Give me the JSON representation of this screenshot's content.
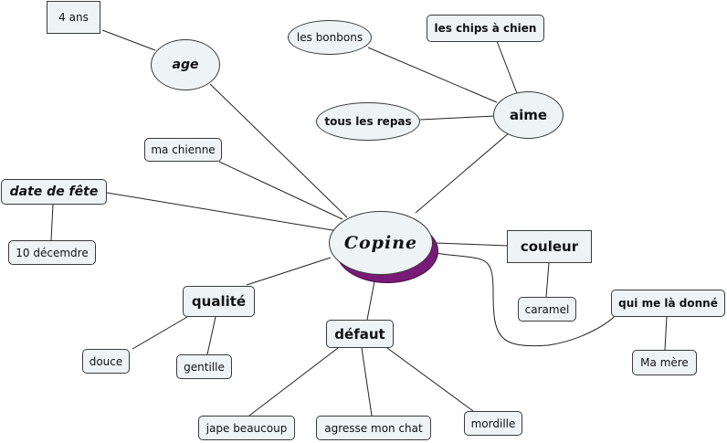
{
  "central": {
    "label": "Copine"
  },
  "nodes": {
    "age": {
      "label": "age"
    },
    "age_value": {
      "label": "4 ans"
    },
    "aime": {
      "label": "aime"
    },
    "les_bonbons": {
      "label": "les bonbons"
    },
    "les_chips": {
      "label": "les chips à chien"
    },
    "tous_les_repas": {
      "label": "tous les repas"
    },
    "ma_chienne": {
      "label": "ma chienne"
    },
    "date_de_fete": {
      "label": "date de fête"
    },
    "date_value": {
      "label": "10 décemdre"
    },
    "couleur": {
      "label": "couleur"
    },
    "caramel": {
      "label": "caramel"
    },
    "qui_me_la_donne": {
      "label": "qui me là donné"
    },
    "ma_mere": {
      "label": "Ma mère"
    },
    "qualite": {
      "label": "qualité"
    },
    "douce": {
      "label": "douce"
    },
    "gentille": {
      "label": "gentille"
    },
    "defaut": {
      "label": "défaut"
    },
    "jape_beaucoup": {
      "label": "jape beaucoup"
    },
    "agresse_mon_chat": {
      "label": "agresse mon chat"
    },
    "mordille": {
      "label": "mordille"
    }
  },
  "colors": {
    "node_fill": "#eef4f6",
    "node_border": "#3a3a3a",
    "line": "#222222",
    "central_shadow": "#7a1a78"
  }
}
